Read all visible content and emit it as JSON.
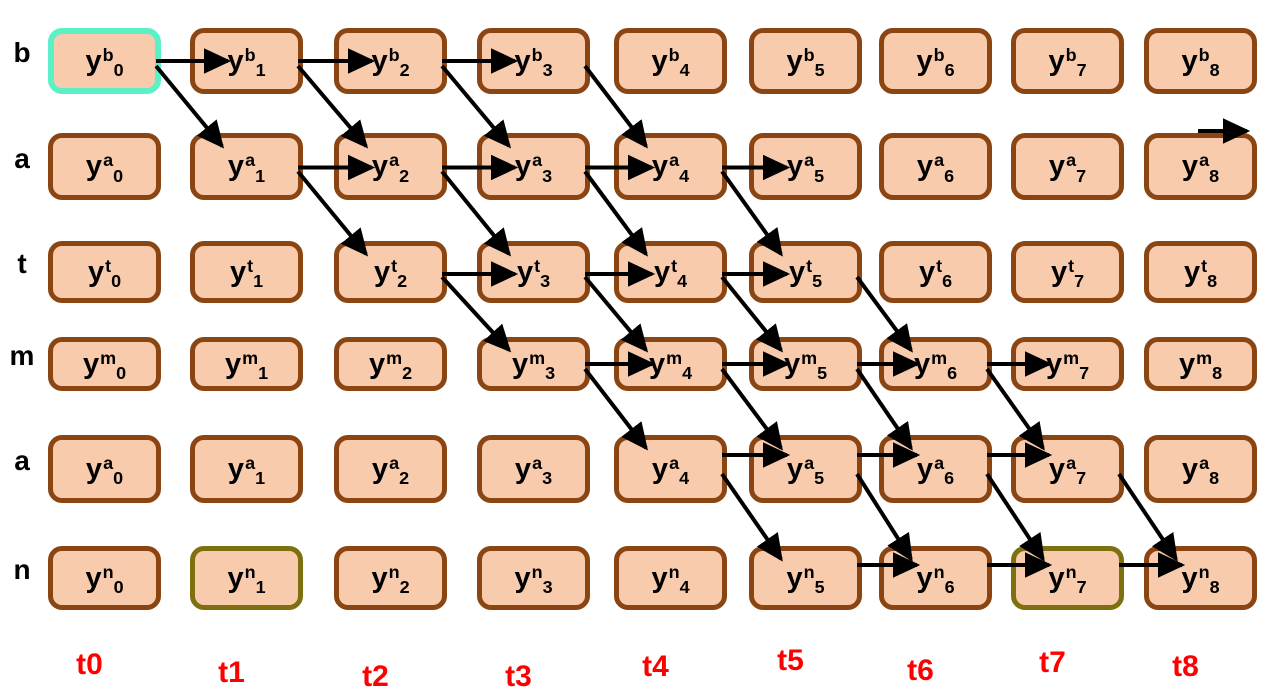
{
  "colors": {
    "background": "#FFFFFF",
    "node_fill": "#F8CBAD",
    "node_border": "#8B4513",
    "start_node_border": "#5BF0C5",
    "olive_node_border": "#7E700F",
    "arrow": "#000000",
    "time_label": "#FF0000",
    "row_label": "#000000"
  },
  "lattice": {
    "base_symbol": "y",
    "rows": [
      {
        "label": "b",
        "sup": "b",
        "subs": [
          "0",
          "1",
          "2",
          "3",
          "4",
          "5",
          "6",
          "7",
          "8"
        ]
      },
      {
        "label": "a",
        "sup": "a",
        "subs": [
          "0",
          "1",
          "2",
          "3",
          "4",
          "5",
          "6",
          "7",
          "8"
        ]
      },
      {
        "label": "t",
        "sup": "t",
        "subs": [
          "0",
          "1",
          "2",
          "3",
          "4",
          "5",
          "6",
          "7",
          "8"
        ]
      },
      {
        "label": "m",
        "sup": "m",
        "subs": [
          "0",
          "1",
          "2",
          "3",
          "4",
          "5",
          "6",
          "7",
          "8"
        ]
      },
      {
        "label": "a",
        "sup": "a",
        "subs": [
          "0",
          "1",
          "2",
          "3",
          "4",
          "5",
          "6",
          "7",
          "8"
        ]
      },
      {
        "label": "n",
        "sup": "n",
        "subs": [
          "0",
          "1",
          "2",
          "3",
          "4",
          "5",
          "6",
          "7",
          "8"
        ]
      }
    ],
    "time_labels": [
      "t0",
      "t1",
      "t2",
      "t3",
      "t4",
      "t5",
      "t6",
      "t7",
      "t8"
    ],
    "highlights": [
      {
        "row": 0,
        "col": 0,
        "style": "mint"
      },
      {
        "row": 5,
        "col": 1,
        "style": "olive"
      },
      {
        "row": 5,
        "col": 7,
        "style": "olive"
      }
    ],
    "edges": [
      [
        0,
        0,
        0,
        1
      ],
      [
        0,
        0,
        1,
        1
      ],
      [
        0,
        1,
        0,
        2
      ],
      [
        0,
        1,
        1,
        2
      ],
      [
        0,
        2,
        0,
        3
      ],
      [
        0,
        2,
        1,
        3
      ],
      [
        0,
        3,
        1,
        4
      ],
      [
        1,
        1,
        1,
        2
      ],
      [
        1,
        1,
        2,
        2
      ],
      [
        1,
        2,
        1,
        3
      ],
      [
        1,
        2,
        2,
        3
      ],
      [
        1,
        3,
        1,
        4
      ],
      [
        1,
        3,
        2,
        4
      ],
      [
        1,
        4,
        1,
        5
      ],
      [
        1,
        4,
        2,
        5
      ],
      [
        2,
        2,
        2,
        3
      ],
      [
        2,
        2,
        3,
        3
      ],
      [
        2,
        3,
        2,
        4
      ],
      [
        2,
        3,
        3,
        4
      ],
      [
        2,
        4,
        2,
        5
      ],
      [
        2,
        4,
        3,
        5
      ],
      [
        2,
        5,
        3,
        6
      ],
      [
        3,
        3,
        3,
        4
      ],
      [
        3,
        3,
        4,
        4
      ],
      [
        3,
        4,
        3,
        5
      ],
      [
        3,
        4,
        4,
        5
      ],
      [
        3,
        5,
        3,
        6
      ],
      [
        3,
        5,
        4,
        6
      ],
      [
        3,
        6,
        3,
        7
      ],
      [
        3,
        6,
        4,
        7
      ],
      [
        4,
        4,
        4,
        5
      ],
      [
        4,
        4,
        5,
        5
      ],
      [
        4,
        5,
        4,
        6
      ],
      [
        4,
        5,
        5,
        6
      ],
      [
        4,
        6,
        4,
        7
      ],
      [
        4,
        6,
        5,
        7
      ],
      [
        4,
        7,
        5,
        8
      ],
      [
        5,
        5,
        5,
        6
      ],
      [
        5,
        6,
        5,
        7
      ],
      [
        5,
        7,
        5,
        8
      ]
    ],
    "exit_arrow": {
      "row": 1,
      "col": 8
    }
  }
}
